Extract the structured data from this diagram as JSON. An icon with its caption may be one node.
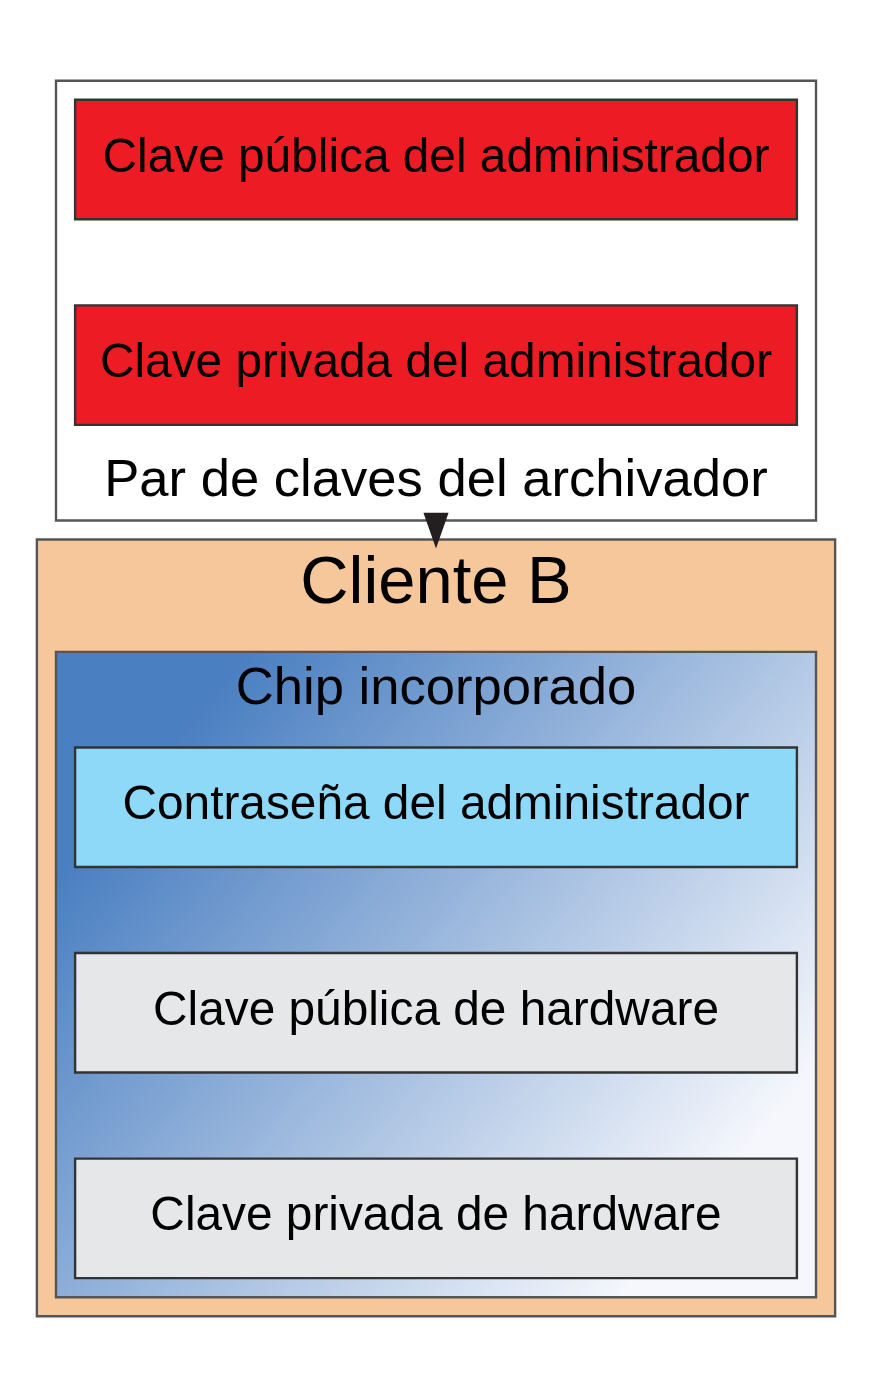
{
  "diagram": {
    "nodes": [
      {
        "text": [
          "Par de claves del archivador"
        ]
      },
      {
        "text": [
          "Clave pública del administrador"
        ],
        "in": 0
      },
      {
        "text": [
          "Clave privada del administrador"
        ],
        "in": 0
      },
      {
        "text": [
          "Cliente B"
        ]
      },
      {
        "text": [
          "Chip incorporado"
        ],
        "in": 3
      },
      {
        "text": [
          "Contraseña del administrador"
        ],
        "in": 4
      },
      {
        "text": [
          "Clave pública de hardware"
        ],
        "in": 4
      },
      {
        "text": [
          "Clave privada de hardware"
        ],
        "in": 4
      }
    ],
    "edges": [
      {
        "from": 0,
        "to": 3,
        "arrow": "to"
      }
    ]
  }
}
